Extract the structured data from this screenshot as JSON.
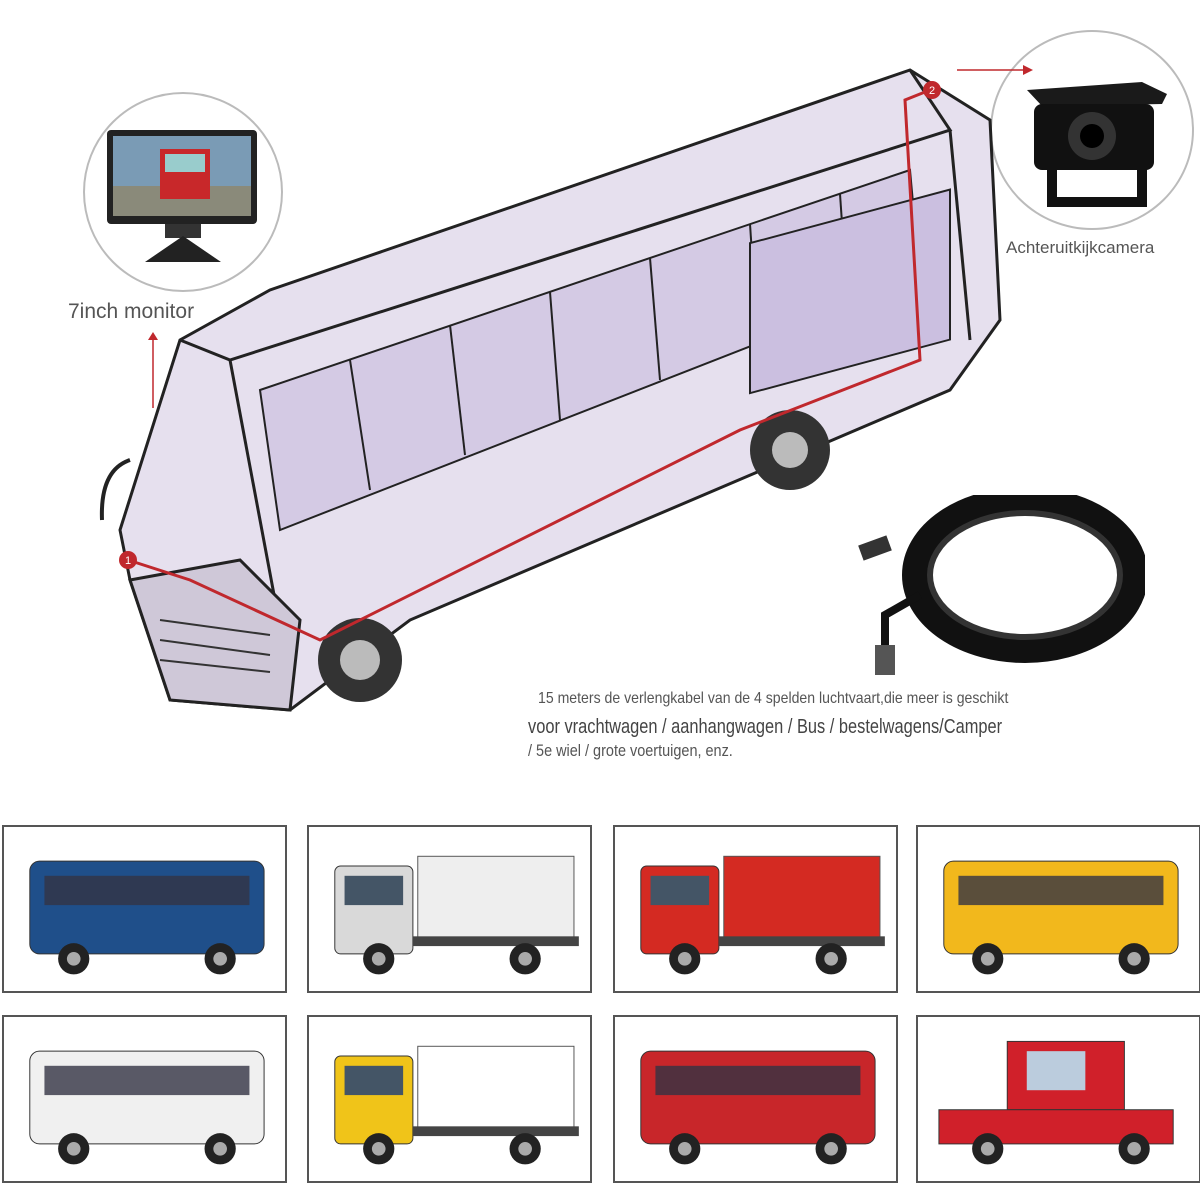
{
  "monitor": {
    "label": "7inch monitor",
    "icon": "monitor-icon"
  },
  "camera": {
    "label": "Achteruitkijkcamera",
    "icon": "camera-icon"
  },
  "markers": [
    "1",
    "2"
  ],
  "cable": {
    "icon": "cable-icon",
    "description": [
      "15 meters de verlengkabel van de 4 spelden luchtvaart,die meer is geschikt",
      "voor vrachtwagen / aanhangwagen / Bus / bestelwagens/Camper",
      "/ 5e wiel / grote voertuigen, enz."
    ]
  },
  "colors": {
    "wire": "#c0282d",
    "bus_interior": "#d8d0e6",
    "tile_border": "#555555"
  },
  "vehicles": [
    {
      "type": "coach-bus",
      "color": "#1f4f8a"
    },
    {
      "type": "semi-truck",
      "color": "#d9d9d9"
    },
    {
      "type": "cargo-truck",
      "color": "#d42a22"
    },
    {
      "type": "school-bus",
      "color": "#f2b81c"
    },
    {
      "type": "camper",
      "color": "#f0f0f0"
    },
    {
      "type": "flatbed-truck",
      "color": "#f0c419"
    },
    {
      "type": "city-bus",
      "color": "#c8262a"
    },
    {
      "type": "harvester",
      "color": "#d0202a"
    }
  ]
}
